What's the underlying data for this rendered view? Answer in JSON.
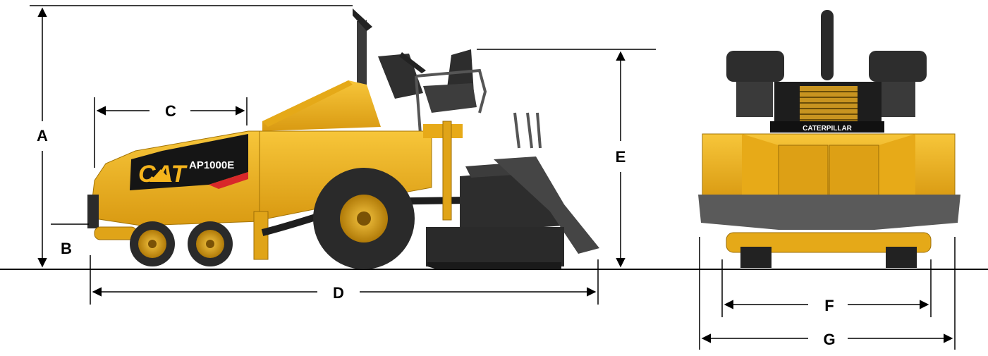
{
  "dimensions": {
    "A": "A",
    "B": "B",
    "C": "C",
    "D": "D",
    "E": "E",
    "F": "F",
    "G": "G"
  },
  "machine": {
    "brand_logo": "CAT",
    "model": "AP1000E",
    "rear_brand": "CATERPILLAR"
  },
  "colors": {
    "body_yellow": "#F2B51C",
    "body_dark_yellow": "#C8900C",
    "black": "#1A1A1A",
    "dark_gray": "#3A3A3A",
    "mid_gray": "#6E6E6E",
    "accent_red": "#D8282A"
  }
}
